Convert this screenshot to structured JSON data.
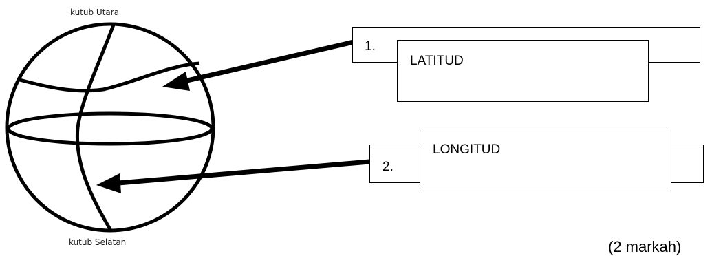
{
  "globe": {
    "north_pole_label": "kutub Utara",
    "south_pole_label": "kutub Selatan"
  },
  "answers": [
    {
      "number": "1.",
      "answer": "LATITUD"
    },
    {
      "number": "2.",
      "answer": "LONGITUD"
    }
  ],
  "marks": "(2 markah)"
}
